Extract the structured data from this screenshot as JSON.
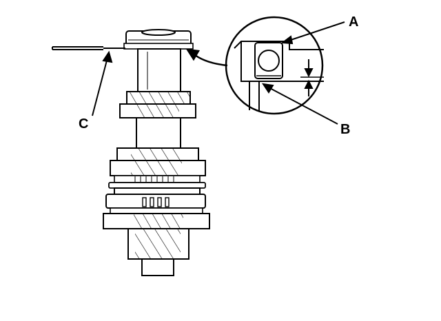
{
  "diagram": {
    "callouts": {
      "a": "A",
      "b": "B",
      "c": "C"
    },
    "colors": {
      "ink": "#000000",
      "paper": "#ffffff"
    }
  }
}
